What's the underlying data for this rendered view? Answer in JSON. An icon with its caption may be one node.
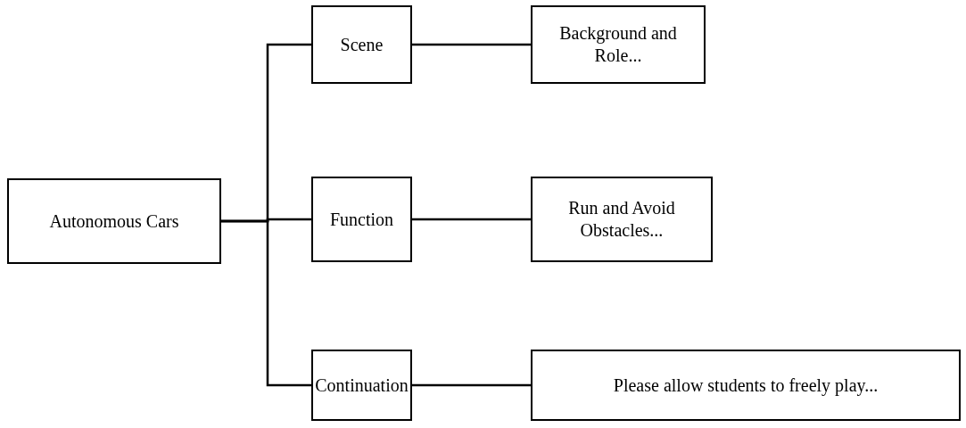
{
  "diagram": {
    "nodes": [
      {
        "text": [
          "Autonomous Cars"
        ]
      },
      {
        "text": [
          "Scene"
        ]
      },
      {
        "text": [
          "Background and Role..."
        ]
      },
      {
        "text": [
          "Function"
        ]
      },
      {
        "text": [
          "Run and Avoid Obstacles..."
        ]
      },
      {
        "text": [
          "Continuation"
        ]
      },
      {
        "text": [
          "Please allow students to freely play..."
        ]
      }
    ],
    "edges": [
      {
        "from": 0,
        "to": 1,
        "arrow": "none"
      },
      {
        "from": 0,
        "to": 3,
        "arrow": "none"
      },
      {
        "from": 0,
        "to": 5,
        "arrow": "none"
      },
      {
        "from": 1,
        "to": 2,
        "arrow": "none"
      },
      {
        "from": 3,
        "to": 4,
        "arrow": "none"
      },
      {
        "from": 5,
        "to": 6,
        "arrow": "none"
      }
    ]
  }
}
